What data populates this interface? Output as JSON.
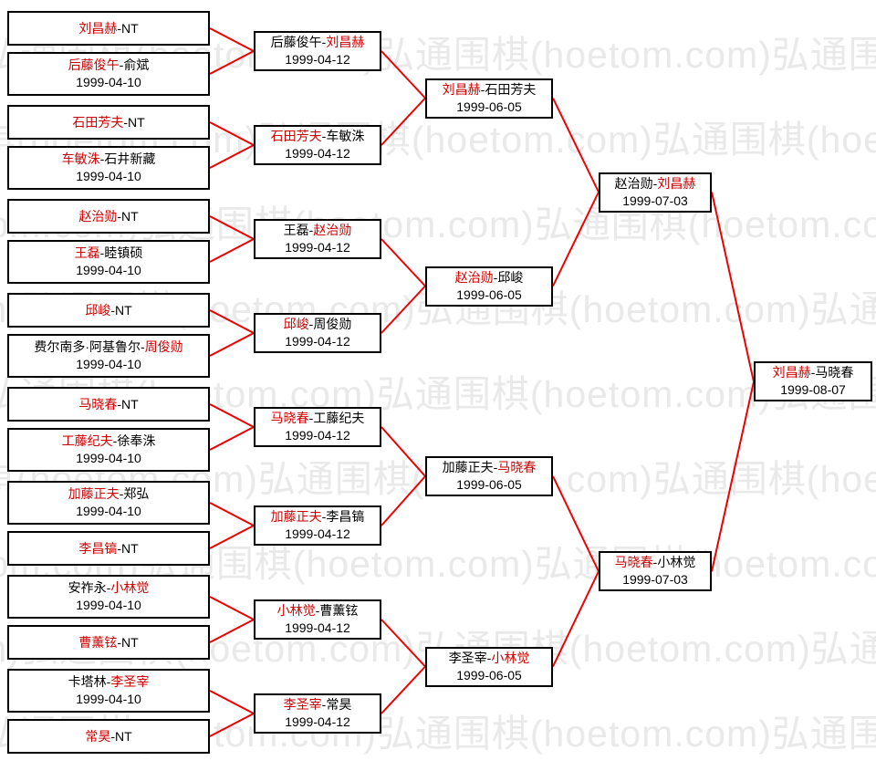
{
  "watermark": {
    "text": "弘通围棋(hoetom.com)",
    "color": "#e9e9e9"
  },
  "colors": {
    "winner_text": "#d00000",
    "player_text": "#000000",
    "connector_line": "#ee0000",
    "box_border": "#000000",
    "box_background": "#ffffff",
    "page_background": "#ffffff"
  },
  "bracket": {
    "rounds": [
      {
        "matches": [
          {
            "p1": "刘昌赫",
            "p2": "NT",
            "winner": 1,
            "date": ""
          },
          {
            "p1": "后藤俊午",
            "p2": "俞斌",
            "winner": 1,
            "date": "1999-04-10"
          },
          {
            "p1": "石田芳夫",
            "p2": "NT",
            "winner": 1,
            "date": ""
          },
          {
            "p1": "车敏洙",
            "p2": "石井新藏",
            "winner": 1,
            "date": "1999-04-10"
          },
          {
            "p1": "赵治勋",
            "p2": "NT",
            "winner": 1,
            "date": ""
          },
          {
            "p1": "王磊",
            "p2": "睦镇硕",
            "winner": 1,
            "date": "1999-04-10"
          },
          {
            "p1": "邱峻",
            "p2": "NT",
            "winner": 1,
            "date": ""
          },
          {
            "p1": "费尔南多·阿基鲁尔",
            "p2": "周俊勋",
            "winner": 2,
            "date": "1999-04-10"
          },
          {
            "p1": "马晓春",
            "p2": "NT",
            "winner": 1,
            "date": ""
          },
          {
            "p1": "工藤纪夫",
            "p2": "徐奉洙",
            "winner": 1,
            "date": "1999-04-10"
          },
          {
            "p1": "加藤正夫",
            "p2": "郑弘",
            "winner": 1,
            "date": "1999-04-10"
          },
          {
            "p1": "李昌镐",
            "p2": "NT",
            "winner": 1,
            "date": ""
          },
          {
            "p1": "安祚永",
            "p2": "小林觉",
            "winner": 2,
            "date": "1999-04-10"
          },
          {
            "p1": "曹薰铉",
            "p2": "NT",
            "winner": 1,
            "date": ""
          },
          {
            "p1": "卡塔林",
            "p2": "李圣宰",
            "winner": 2,
            "date": "1999-04-10"
          },
          {
            "p1": "常昊",
            "p2": "NT",
            "winner": 1,
            "date": ""
          }
        ]
      },
      {
        "matches": [
          {
            "p1": "后藤俊午",
            "p2": "刘昌赫",
            "winner": 2,
            "date": "1999-04-12"
          },
          {
            "p1": "石田芳夫",
            "p2": "车敏洙",
            "winner": 1,
            "date": "1999-04-12"
          },
          {
            "p1": "王磊",
            "p2": "赵治勋",
            "winner": 2,
            "date": "1999-04-12"
          },
          {
            "p1": "邱峻",
            "p2": "周俊勋",
            "winner": 1,
            "date": "1999-04-12"
          },
          {
            "p1": "马晓春",
            "p2": "工藤纪夫",
            "winner": 1,
            "date": "1999-04-12"
          },
          {
            "p1": "加藤正夫",
            "p2": "李昌镐",
            "winner": 1,
            "date": "1999-04-12"
          },
          {
            "p1": "小林觉",
            "p2": "曹薰铉",
            "winner": 1,
            "date": "1999-04-12"
          },
          {
            "p1": "李圣宰",
            "p2": "常昊",
            "winner": 1,
            "date": "1999-04-12"
          }
        ]
      },
      {
        "matches": [
          {
            "p1": "刘昌赫",
            "p2": "石田芳夫",
            "winner": 1,
            "date": "1999-06-05"
          },
          {
            "p1": "赵治勋",
            "p2": "邱峻",
            "winner": 1,
            "date": "1999-06-05"
          },
          {
            "p1": "加藤正夫",
            "p2": "马晓春",
            "winner": 2,
            "date": "1999-06-05"
          },
          {
            "p1": "李圣宰",
            "p2": "小林觉",
            "winner": 2,
            "date": "1999-06-05"
          }
        ]
      },
      {
        "matches": [
          {
            "p1": "赵治勋",
            "p2": "刘昌赫",
            "winner": 2,
            "date": "1999-07-03"
          },
          {
            "p1": "马晓春",
            "p2": "小林觉",
            "winner": 1,
            "date": "1999-07-03"
          }
        ]
      },
      {
        "matches": [
          {
            "p1": "刘昌赫",
            "p2": "马晓春",
            "winner": 1,
            "date": "1999-08-07"
          }
        ]
      }
    ]
  }
}
